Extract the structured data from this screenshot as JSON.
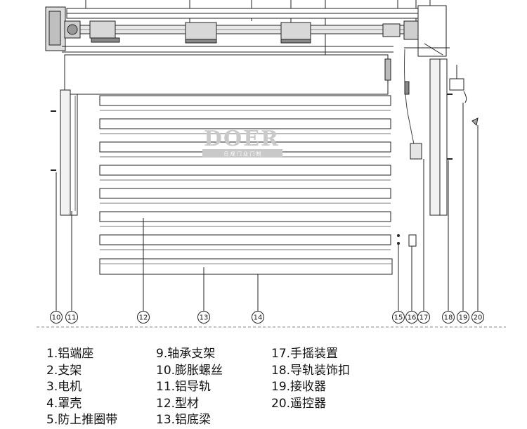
{
  "logo": {
    "text": "DOER",
    "subtitle": "日 规 门 业 门 制"
  },
  "callouts": [
    "10",
    "11",
    "12",
    "13",
    "14",
    "15",
    "16",
    "17",
    "18",
    "19",
    "20"
  ],
  "legend": {
    "col1": [
      "1.铝端座",
      "2.支架",
      "3.电机",
      "4.罩壳",
      "5.防上推圈带"
    ],
    "col2": [
      "9.轴承支架",
      "10.膨胀螺丝",
      "11.铝导轨",
      "12.型材",
      "13.铝底梁"
    ],
    "col3": [
      "17.手摇装置",
      "18.导轨装饰扣",
      "19.接收器",
      "20.遥控器"
    ]
  }
}
